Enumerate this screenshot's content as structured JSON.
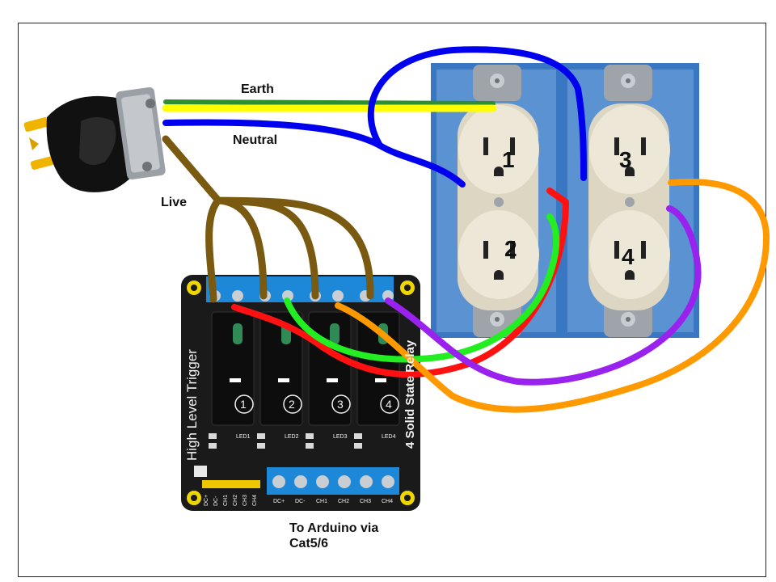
{
  "labels": {
    "earth": "Earth",
    "neutral": "Neutral",
    "live": "Live",
    "arduino_note": "To Arduino via\nCat5/6"
  },
  "outlets": [
    "1",
    "2",
    "3",
    "4"
  ],
  "relay_board": {
    "side_text": "High Level Trigger",
    "side_text_right": "4 Solid State Relay",
    "channel_numbers": [
      "1",
      "2",
      "3",
      "4"
    ],
    "led_labels": [
      "LED1",
      "LED2",
      "LED3",
      "LED4"
    ],
    "pin_labels": [
      "DC+",
      "DC-",
      "CH1",
      "CH2",
      "CH3",
      "CH4"
    ],
    "header_labels": [
      "DC+",
      "DC-",
      "CH1",
      "CH2",
      "CH3",
      "CH4"
    ]
  },
  "colors": {
    "earth_wire_green": "#2f8f2f",
    "earth_wire_yellow": "#ffff00",
    "neutral_wire": "#0000ee",
    "live_wire": "#7a5a10",
    "ch1_wire": "#ff1111",
    "ch2_wire": "#22ee22",
    "ch3_wire": "#ff9900",
    "ch4_wire": "#9922ee",
    "board": "#1a1a1a",
    "terminal_blue": "#1e88d8",
    "outlet_face": "#ede7d7",
    "box_blue": "#3a77c2"
  }
}
